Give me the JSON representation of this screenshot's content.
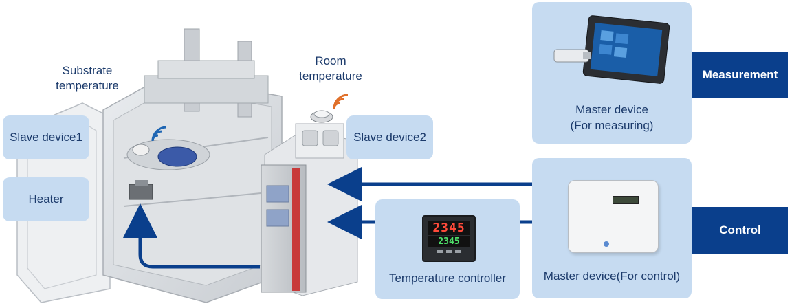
{
  "labels": {
    "substrate_temperature": "Substrate\ntemperature",
    "room_temperature": "Room\ntemperature"
  },
  "boxes": {
    "slave_device1": "Slave device1",
    "heater": "Heater",
    "slave_device2": "Slave device2",
    "master_measuring": "Master device\n(For measuring)",
    "temperature_controller": "Temperature controller",
    "master_control": "Master device(For control)"
  },
  "tags": {
    "measurement": "Measurement",
    "control": "Control"
  },
  "device_displays": {
    "controller_top": "2345",
    "controller_bottom": "2345"
  },
  "colors": {
    "arrow": "#0a3f8c",
    "box_fill": "#c6dbf1",
    "tag_fill": "#0a3f8c",
    "wifi_blue": "#1f66b3",
    "wifi_orange": "#e0702a"
  }
}
